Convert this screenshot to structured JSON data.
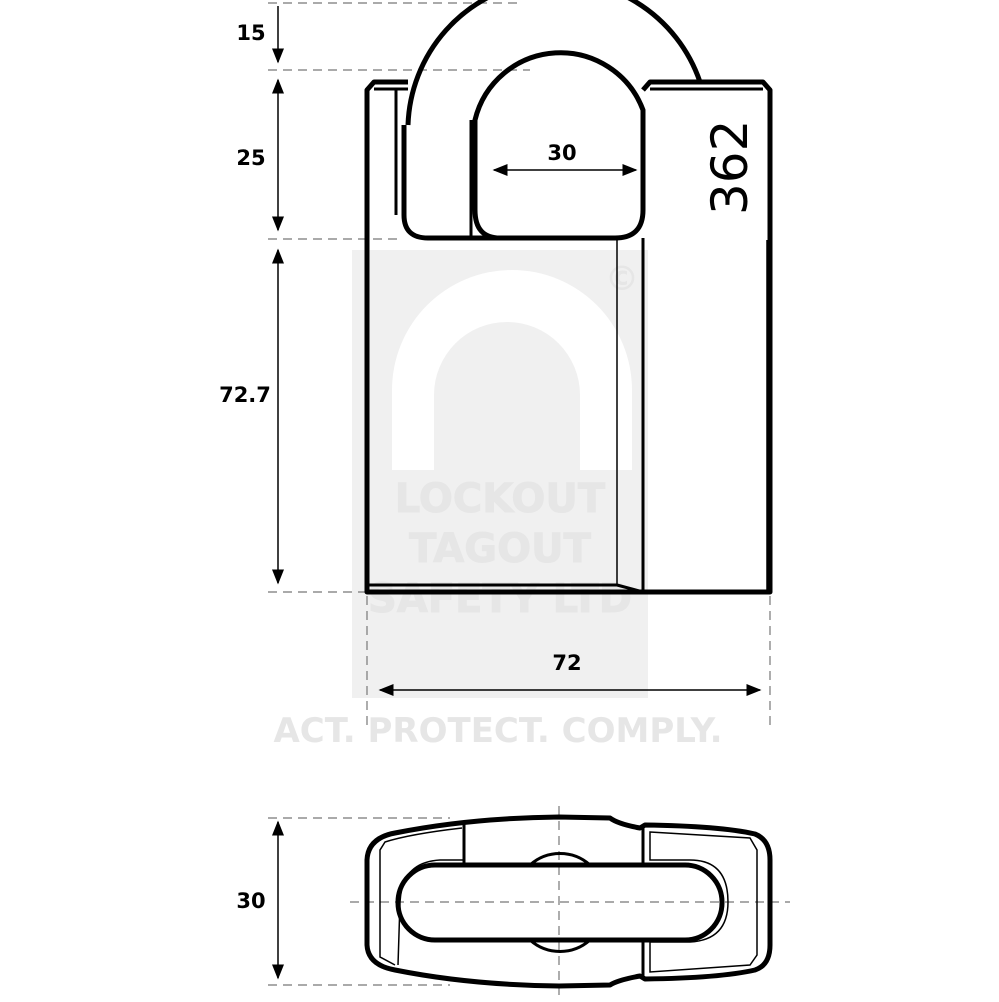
{
  "dimensions": {
    "shackle_clearance_height": "15",
    "shackle_inner_height": "25",
    "shackle_inner_width": "30",
    "body_height": "72.7",
    "body_width": "72",
    "body_depth": "30"
  },
  "model_number": "362",
  "watermark": {
    "lines": [
      "LOCKOUT",
      "TAGOUT",
      "SAFETY LTD"
    ],
    "tagline": "ACT. PROTECT. COMPLY.",
    "copyright": "©"
  },
  "colors": {
    "line": "#000000",
    "dimension_line": "#777777",
    "watermark": "#e6e6e6"
  }
}
